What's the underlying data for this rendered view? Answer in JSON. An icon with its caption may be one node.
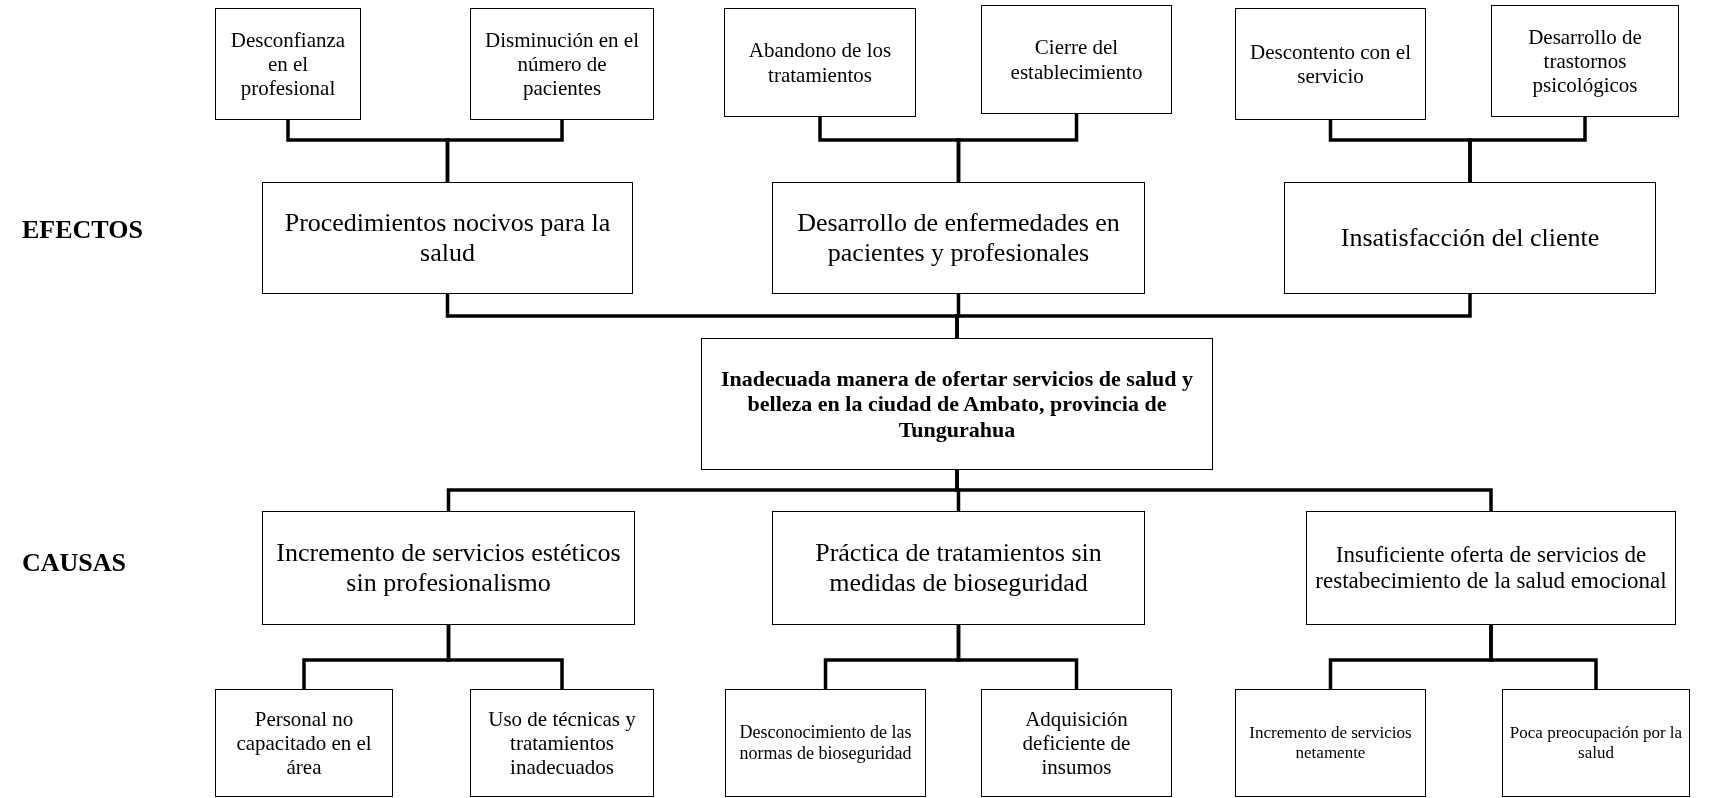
{
  "diagram": {
    "nodes": [
      {
        "text": [
          "Desconfianza en el profesional"
        ]
      },
      {
        "text": [
          "Disminución en el número de pacientes"
        ]
      },
      {
        "text": [
          "Abandono de los tratamientos"
        ]
      },
      {
        "text": [
          "Cierre del establecimiento"
        ]
      },
      {
        "text": [
          "Descontento con el servicio"
        ]
      },
      {
        "text": [
          "Desarrollo de trastornos psicológicos"
        ]
      },
      {
        "text": [
          "Procedimientos nocivos para la salud"
        ]
      },
      {
        "text": [
          "Desarrollo de enfermedades en pacientes y profesionales"
        ]
      },
      {
        "text": [
          "Insatisfacción del cliente"
        ]
      },
      {
        "text": [
          "Inadecuada manera de ofertar servicios de salud y belleza en la ciudad de Ambato, provincia de Tungurahua"
        ]
      },
      {
        "text": [
          "Incremento de servicios estéticos sin profesionalismo"
        ]
      },
      {
        "text": [
          "Práctica de tratamientos sin medidas de bioseguridad"
        ]
      },
      {
        "text": [
          "Insuficiente oferta de servicios de restabecimiento de la salud emocional"
        ]
      },
      {
        "text": [
          "Personal no capacitado en el área"
        ]
      },
      {
        "text": [
          "Uso de técnicas y tratamientos inadecuados"
        ]
      },
      {
        "text": [
          "Desconocimiento de las normas de bioseguridad"
        ]
      },
      {
        "text": [
          "Adquisición deficiente de insumos"
        ]
      },
      {
        "text": [
          "Incremento de servicios netamente"
        ]
      },
      {
        "text": [
          "Poca preocupación por la salud"
        ]
      }
    ],
    "edges": [
      {
        "from": 9,
        "to": 6,
        "arrow": "none"
      },
      {
        "from": 9,
        "to": 7,
        "arrow": "none"
      },
      {
        "from": 9,
        "to": 8,
        "arrow": "none"
      },
      {
        "from": 6,
        "to": 0,
        "arrow": "none"
      },
      {
        "from": 6,
        "to": 1,
        "arrow": "none"
      },
      {
        "from": 7,
        "to": 2,
        "arrow": "none"
      },
      {
        "from": 7,
        "to": 3,
        "arrow": "none"
      },
      {
        "from": 8,
        "to": 4,
        "arrow": "none"
      },
      {
        "from": 8,
        "to": 5,
        "arrow": "none"
      },
      {
        "from": 9,
        "to": 10,
        "arrow": "none"
      },
      {
        "from": 9,
        "to": 11,
        "arrow": "none"
      },
      {
        "from": 9,
        "to": 12,
        "arrow": "none"
      },
      {
        "from": 10,
        "to": 13,
        "arrow": "none"
      },
      {
        "from": 10,
        "to": 14,
        "arrow": "none"
      },
      {
        "from": 11,
        "to": 15,
        "arrow": "none"
      },
      {
        "from": 11,
        "to": 16,
        "arrow": "none"
      },
      {
        "from": 12,
        "to": 17,
        "arrow": "none"
      },
      {
        "from": 12,
        "to": 18,
        "arrow": "none"
      }
    ],
    "labels": [
      "EFECTOS",
      "CAUSAS"
    ]
  }
}
